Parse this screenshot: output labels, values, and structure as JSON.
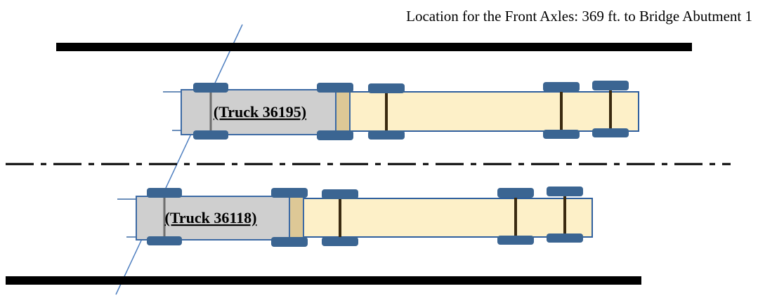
{
  "annotation": {
    "text": "Location for the Front Axles: 369 ft. to Bridge Abutment 1"
  },
  "trucks": [
    {
      "label": "(Truck 36195)"
    },
    {
      "label": "(Truck 36118)"
    }
  ],
  "colors": {
    "road_edge": "#000000",
    "center_line": "#000000",
    "cab_fill": "#cfcfcf",
    "cab_border": "#3c6aa4",
    "trailer_fill": "#fdf0c8",
    "trailer_border": "#2f5f9e",
    "hitch_fill": "#ddc896",
    "tire": "#3b6592",
    "axle": "#3a2a10",
    "locator_line": "#4f7fc0"
  }
}
